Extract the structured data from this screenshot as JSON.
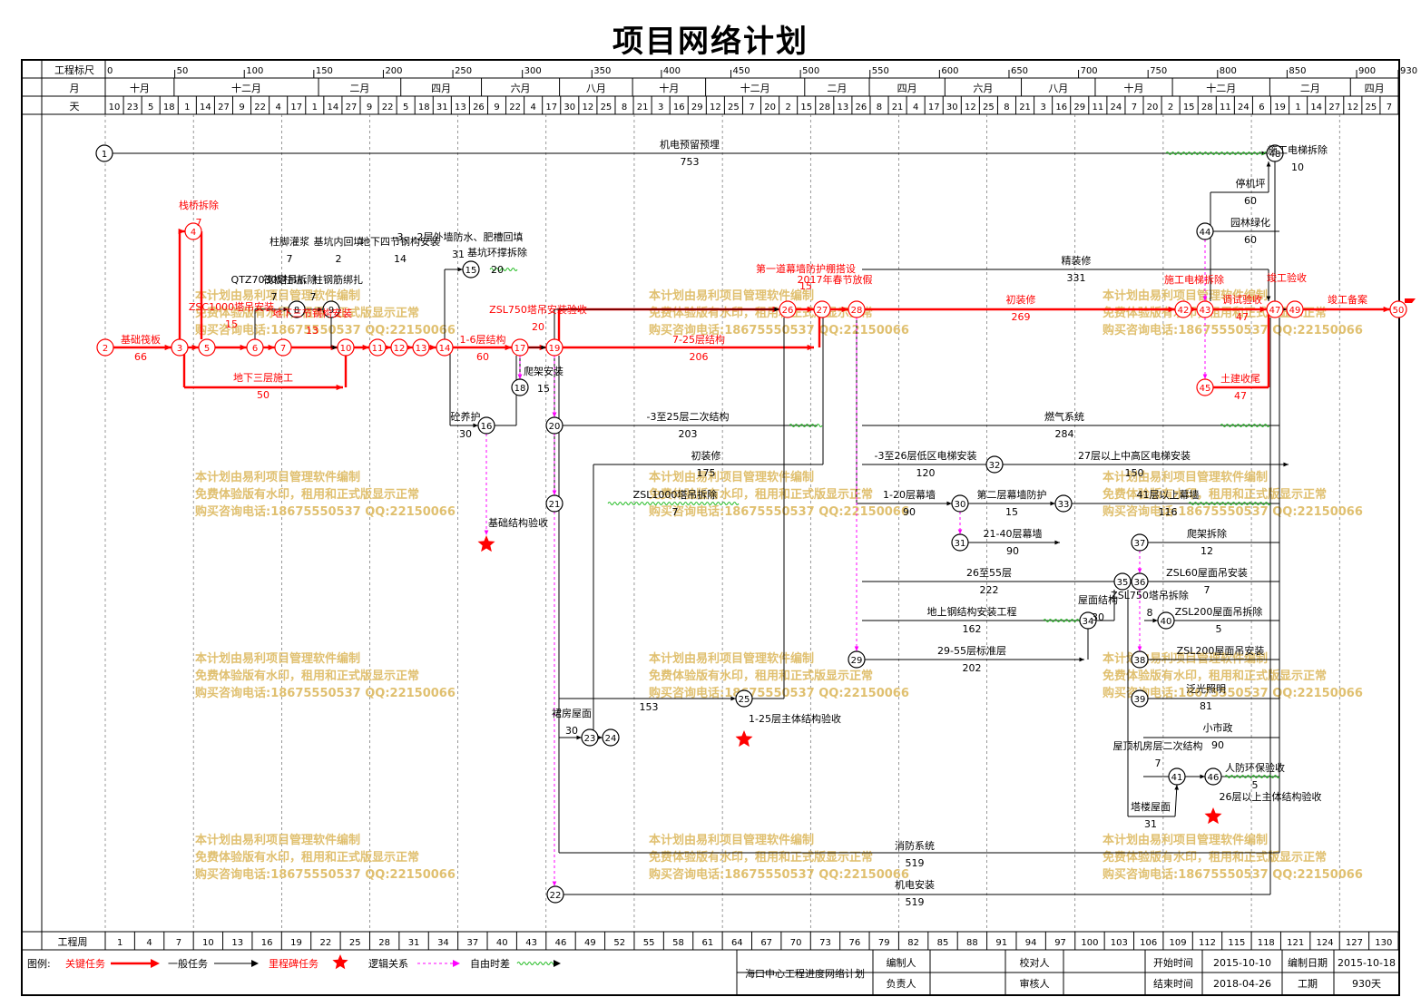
{
  "title": "项目网络计划",
  "header": {
    "scale_label": "工程标尺",
    "month_label": "月",
    "day_label": "天",
    "week_label": "工程周",
    "scale_ticks": [
      {
        "day": 0,
        "label": "0"
      },
      {
        "day": 50,
        "label": "50"
      },
      {
        "day": 100,
        "label": "100"
      },
      {
        "day": 150,
        "label": "150"
      },
      {
        "day": 200,
        "label": "200"
      },
      {
        "day": 250,
        "label": "250"
      },
      {
        "day": 300,
        "label": "300"
      },
      {
        "day": 350,
        "label": "350"
      },
      {
        "day": 400,
        "label": "400"
      },
      {
        "day": 450,
        "label": "450"
      },
      {
        "day": 500,
        "label": "500"
      },
      {
        "day": 550,
        "label": "550"
      },
      {
        "day": 600,
        "label": "600"
      },
      {
        "day": 650,
        "label": "650"
      },
      {
        "day": 700,
        "label": "700"
      },
      {
        "day": 750,
        "label": "750"
      },
      {
        "day": 800,
        "label": "800"
      },
      {
        "day": 850,
        "label": "850"
      },
      {
        "day": 900,
        "label": "900"
      },
      {
        "day": 930,
        "label": "930"
      }
    ],
    "months": [
      {
        "label": "十月",
        "start": 0,
        "end": 82
      },
      {
        "label": "十二月",
        "start": 82,
        "end": 254
      },
      {
        "label": "二月",
        "start": 254,
        "end": 352
      },
      {
        "label": "四月",
        "start": 352,
        "end": 448
      },
      {
        "label": "六月",
        "start": 448,
        "end": 541
      },
      {
        "label": "八月",
        "start": 541,
        "end": 628
      },
      {
        "label": "十月",
        "start": 628,
        "end": 715
      },
      {
        "label": "十二月",
        "start": 715,
        "end": 833
      },
      {
        "label": "二月",
        "start": 833,
        "end": 910
      },
      {
        "label": "四月",
        "start": 910,
        "end": 1000
      },
      {
        "label": "六月",
        "start": 1000,
        "end": 1091
      },
      {
        "label": "八月",
        "start": 1091,
        "end": 1179
      },
      {
        "label": "十月",
        "start": 1179,
        "end": 1271
      },
      {
        "label": "十二月",
        "start": 1271,
        "end": 1387
      },
      {
        "label": "二月",
        "start": 1387,
        "end": 1483
      },
      {
        "label": "四月",
        "start": 1483,
        "end": 1540
      }
    ],
    "days": [
      "10",
      "23",
      "5",
      "18",
      "1",
      "14",
      "27",
      "9",
      "22",
      "4",
      "17",
      "1",
      "14",
      "27",
      "9",
      "22",
      "5",
      "18",
      "31",
      "13",
      "26",
      "9",
      "22",
      "4",
      "17",
      "30",
      "12",
      "25",
      "8",
      "21",
      "3",
      "16",
      "29",
      "12",
      "25",
      "7",
      "20",
      "2",
      "15",
      "28",
      "13",
      "26",
      "8",
      "21",
      "4",
      "17",
      "30",
      "12",
      "25",
      "8",
      "21",
      "3",
      "16",
      "29",
      "11",
      "24",
      "7",
      "20",
      "2",
      "15",
      "28",
      "11",
      "24",
      "6",
      "19",
      "1",
      "14",
      "27",
      "12",
      "25",
      "7"
    ],
    "weeks": [
      "1",
      "4",
      "7",
      "10",
      "13",
      "16",
      "19",
      "22",
      "25",
      "28",
      "31",
      "34",
      "37",
      "40",
      "43",
      "46",
      "49",
      "52",
      "55",
      "58",
      "61",
      "64",
      "67",
      "70",
      "73",
      "76",
      "79",
      "82",
      "85",
      "88",
      "91",
      "94",
      "97",
      "100",
      "103",
      "106",
      "109",
      "112",
      "115",
      "118",
      "121",
      "124",
      "127",
      "130"
    ]
  },
  "nodes": [
    {
      "id": "1",
      "crit": false
    },
    {
      "id": "2",
      "crit": true
    },
    {
      "id": "3",
      "crit": true
    },
    {
      "id": "4",
      "crit": true
    },
    {
      "id": "5",
      "crit": true
    },
    {
      "id": "6",
      "crit": true
    },
    {
      "id": "7",
      "crit": true
    },
    {
      "id": "8",
      "crit": false
    },
    {
      "id": "9",
      "crit": false
    },
    {
      "id": "10",
      "crit": true
    },
    {
      "id": "11",
      "crit": true
    },
    {
      "id": "12",
      "crit": true
    },
    {
      "id": "13",
      "crit": true
    },
    {
      "id": "14",
      "crit": true
    },
    {
      "id": "15",
      "crit": false
    },
    {
      "id": "16",
      "crit": false
    },
    {
      "id": "17",
      "crit": true
    },
    {
      "id": "18",
      "crit": false
    },
    {
      "id": "19",
      "crit": true
    },
    {
      "id": "20",
      "crit": false
    },
    {
      "id": "21",
      "crit": false
    },
    {
      "id": "22",
      "crit": false
    },
    {
      "id": "23",
      "crit": false
    },
    {
      "id": "24",
      "crit": false
    },
    {
      "id": "25",
      "crit": false
    },
    {
      "id": "26",
      "crit": true
    },
    {
      "id": "27",
      "crit": true
    },
    {
      "id": "28",
      "crit": true
    },
    {
      "id": "29",
      "crit": false
    },
    {
      "id": "30",
      "crit": false
    },
    {
      "id": "31",
      "crit": false
    },
    {
      "id": "32",
      "crit": false
    },
    {
      "id": "33",
      "crit": false
    },
    {
      "id": "34",
      "crit": false
    },
    {
      "id": "35",
      "crit": false
    },
    {
      "id": "36",
      "crit": false
    },
    {
      "id": "37",
      "crit": false
    },
    {
      "id": "38",
      "crit": false
    },
    {
      "id": "39",
      "crit": false
    },
    {
      "id": "40",
      "crit": false
    },
    {
      "id": "41",
      "crit": false
    },
    {
      "id": "42",
      "crit": true
    },
    {
      "id": "43",
      "crit": true
    },
    {
      "id": "44",
      "crit": false
    },
    {
      "id": "45",
      "crit": true
    },
    {
      "id": "46",
      "crit": false
    },
    {
      "id": "47",
      "crit": true
    },
    {
      "id": "48",
      "crit": false
    },
    {
      "id": "49",
      "crit": true
    },
    {
      "id": "50",
      "crit": true
    }
  ],
  "tasks": [
    {
      "name": "机电预留预埋",
      "duration": "753",
      "crit": false
    },
    {
      "name": "基础筏板",
      "duration": "66",
      "crit": true
    },
    {
      "name": "栈桥拆除",
      "duration": "7",
      "crit": true
    },
    {
      "name": "地下三层施工",
      "duration": "50",
      "crit": true
    },
    {
      "name": "ZSC1000塔吊安装",
      "duration": "15",
      "crit": true
    },
    {
      "name": "QTZ7030塔吊拆除",
      "duration": "7",
      "crit": false
    },
    {
      "name": "柱脚灌浆",
      "duration": "7",
      "crit": false
    },
    {
      "name": "筏板柱坑、柱钢筋绑扎",
      "duration": "7",
      "crit": false
    },
    {
      "name": "基坑内回填",
      "duration": "2",
      "crit": false
    },
    {
      "name": "地下三节钢构安装",
      "duration": "13",
      "crit": true
    },
    {
      "name": "地下四节钢构安装",
      "duration": "14",
      "crit": false
    },
    {
      "name": "-3、-2层外墙防水、肥槽回填",
      "duration": "31",
      "crit": false
    },
    {
      "name": "基坑环撑拆除",
      "duration": "20",
      "crit": false
    },
    {
      "name": "1-6层结构",
      "duration": "60",
      "crit": true
    },
    {
      "name": "砼养护",
      "duration": "30",
      "crit": false
    },
    {
      "name": "ZSL750塔吊安装验收",
      "duration": "20",
      "crit": true
    },
    {
      "name": "爬架安装",
      "duration": "15",
      "crit": false
    },
    {
      "name": "7-25层结构",
      "duration": "206",
      "crit": true
    },
    {
      "name": "-3至25层二次结构",
      "duration": "203",
      "crit": false
    },
    {
      "name": "初装修",
      "duration": "175",
      "crit": false
    },
    {
      "name": "ZSL1000塔吊拆除",
      "duration": "7",
      "crit": false
    },
    {
      "name": "基础结构验收",
      "duration": "",
      "crit": false
    },
    {
      "name": "1-25层主体结构验收",
      "duration": "",
      "crit": false
    },
    {
      "name": "第一道幕墙防护棚搭设",
      "duration": "15",
      "crit": true
    },
    {
      "name": "2017年春节放假",
      "duration": "",
      "crit": true
    },
    {
      "name": "精装修",
      "duration": "331",
      "crit": false
    },
    {
      "name": "初装修",
      "duration": "269",
      "crit": true
    },
    {
      "name": "燃气系统",
      "duration": "284",
      "crit": false
    },
    {
      "name": "-3至26层低区电梯安装",
      "duration": "120",
      "crit": false
    },
    {
      "name": "27层以上中高区电梯安装",
      "duration": "150",
      "crit": false
    },
    {
      "name": "1-20层幕墙",
      "duration": "90",
      "crit": false
    },
    {
      "name": "第二层幕墙防护",
      "duration": "15",
      "crit": false
    },
    {
      "name": "41层以上幕墙",
      "duration": "116",
      "crit": false
    },
    {
      "name": "21-40层幕墙",
      "duration": "90",
      "crit": false
    },
    {
      "name": "26至55层",
      "duration": "222",
      "crit": false
    },
    {
      "name": "地上钢结构安装工程",
      "duration": "162",
      "crit": false
    },
    {
      "name": "29-55层标准层",
      "duration": "202",
      "crit": false
    },
    {
      "name": "屋面结构",
      "duration": "30",
      "crit": false
    },
    {
      "name": "爬架拆除",
      "duration": "12",
      "crit": false
    },
    {
      "name": "ZSL60屋面吊安装",
      "duration": "7",
      "crit": false
    },
    {
      "name": "ZSL750塔吊拆除",
      "duration": "8",
      "crit": false
    },
    {
      "name": "ZSL200屋面吊拆除",
      "duration": "5",
      "crit": false
    },
    {
      "name": "ZSL200屋面吊安装",
      "duration": "",
      "crit": false
    },
    {
      "name": "泛光照明",
      "duration": "81",
      "crit": false
    },
    {
      "name": "小市政",
      "duration": "90",
      "crit": false
    },
    {
      "name": "屋顶机房层二次结构",
      "duration": "7",
      "crit": false
    },
    {
      "name": "人防环保验收",
      "duration": "5",
      "crit": false
    },
    {
      "name": "26层以上主体结构验收",
      "duration": "",
      "crit": false
    },
    {
      "name": "塔楼屋面",
      "duration": "31",
      "crit": false
    },
    {
      "name": "施工电梯拆除",
      "duration": "",
      "crit": true
    },
    {
      "name": "调试验收",
      "duration": "47",
      "crit": true
    },
    {
      "name": "竣工验收",
      "duration": "",
      "crit": true
    },
    {
      "name": "竣工备案",
      "duration": "",
      "crit": true
    },
    {
      "name": "土建收尾",
      "duration": "47",
      "crit": true
    },
    {
      "name": "停机坪",
      "duration": "60",
      "crit": false
    },
    {
      "name": "园林绿化",
      "duration": "60",
      "crit": false
    },
    {
      "name": "施工电梯拆除",
      "duration": "10",
      "crit": false
    },
    {
      "name": "裙房屋面",
      "duration": "30",
      "crit": false
    },
    {
      "name": "153",
      "duration": "",
      "crit": false
    },
    {
      "name": "消防系统",
      "duration": "519",
      "crit": false
    },
    {
      "name": "机电安装",
      "duration": "519",
      "crit": false
    }
  ],
  "watermark": {
    "line1": "本计划由易利项目管理软件编制",
    "line2": "免费体验版有水印，租用和正式版显示正常",
    "line3": "购买咨询电话:18675550537 QQ:22150066"
  },
  "legend": {
    "label": "图例:",
    "critical": "关键任务",
    "normal": "一般任务",
    "milestone": "里程碑任务",
    "logic": "逻辑关系",
    "float": "自由时差"
  },
  "info": {
    "project_name": "海口中心工程进度网络计划",
    "compiler_label": "编制人",
    "compiler_value": "",
    "checker_label": "校对人",
    "checker_value": "",
    "start_label": "开始时间",
    "start_value": "2015-10-10",
    "compile_date_label": "编制日期",
    "compile_date_value": "2015-10-18",
    "owner_label": "负责人",
    "owner_value": "",
    "reviewer_label": "审核人",
    "reviewer_value": "",
    "end_label": "结束时间",
    "end_value": "2018-04-26",
    "duration_label": "工期",
    "duration_value": "930天"
  },
  "colors": {
    "critical": "#ff0000",
    "normal": "#000000",
    "logic": "#ff00ff",
    "float": "#22bb22",
    "watermark": "#e0c070"
  }
}
